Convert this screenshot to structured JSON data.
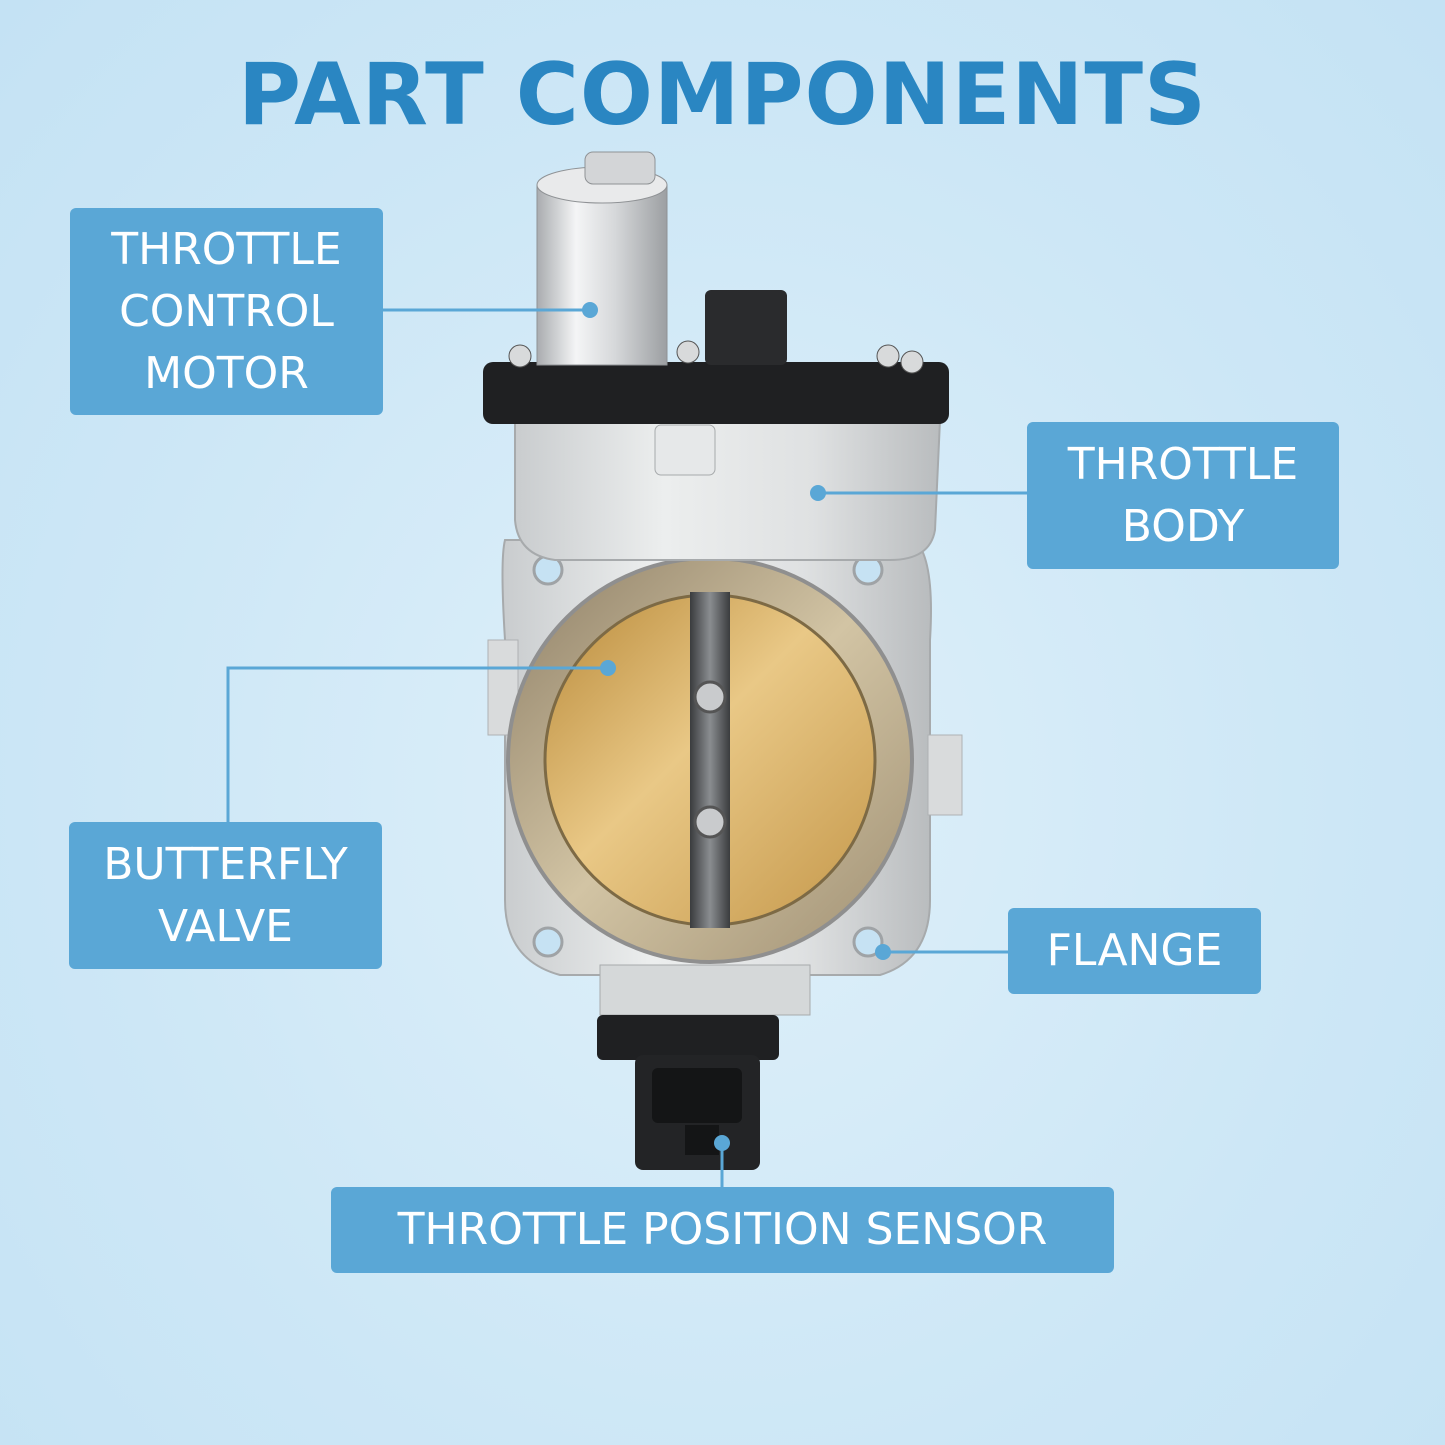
{
  "title": "PART COMPONENTS",
  "labels": {
    "motor": "THROTTLE\nCONTROL\nMOTOR",
    "body": "THROTTLE\nBODY",
    "valve": "BUTTERFLY\nVALVE",
    "flange": "FLANGE",
    "sensor": "THROTTLE POSITION SENSOR"
  },
  "colors": {
    "title": "#2a86c2",
    "label_bg": "#5aa7d6",
    "leader": "#5aa7d6",
    "background": "#cde7f6"
  }
}
